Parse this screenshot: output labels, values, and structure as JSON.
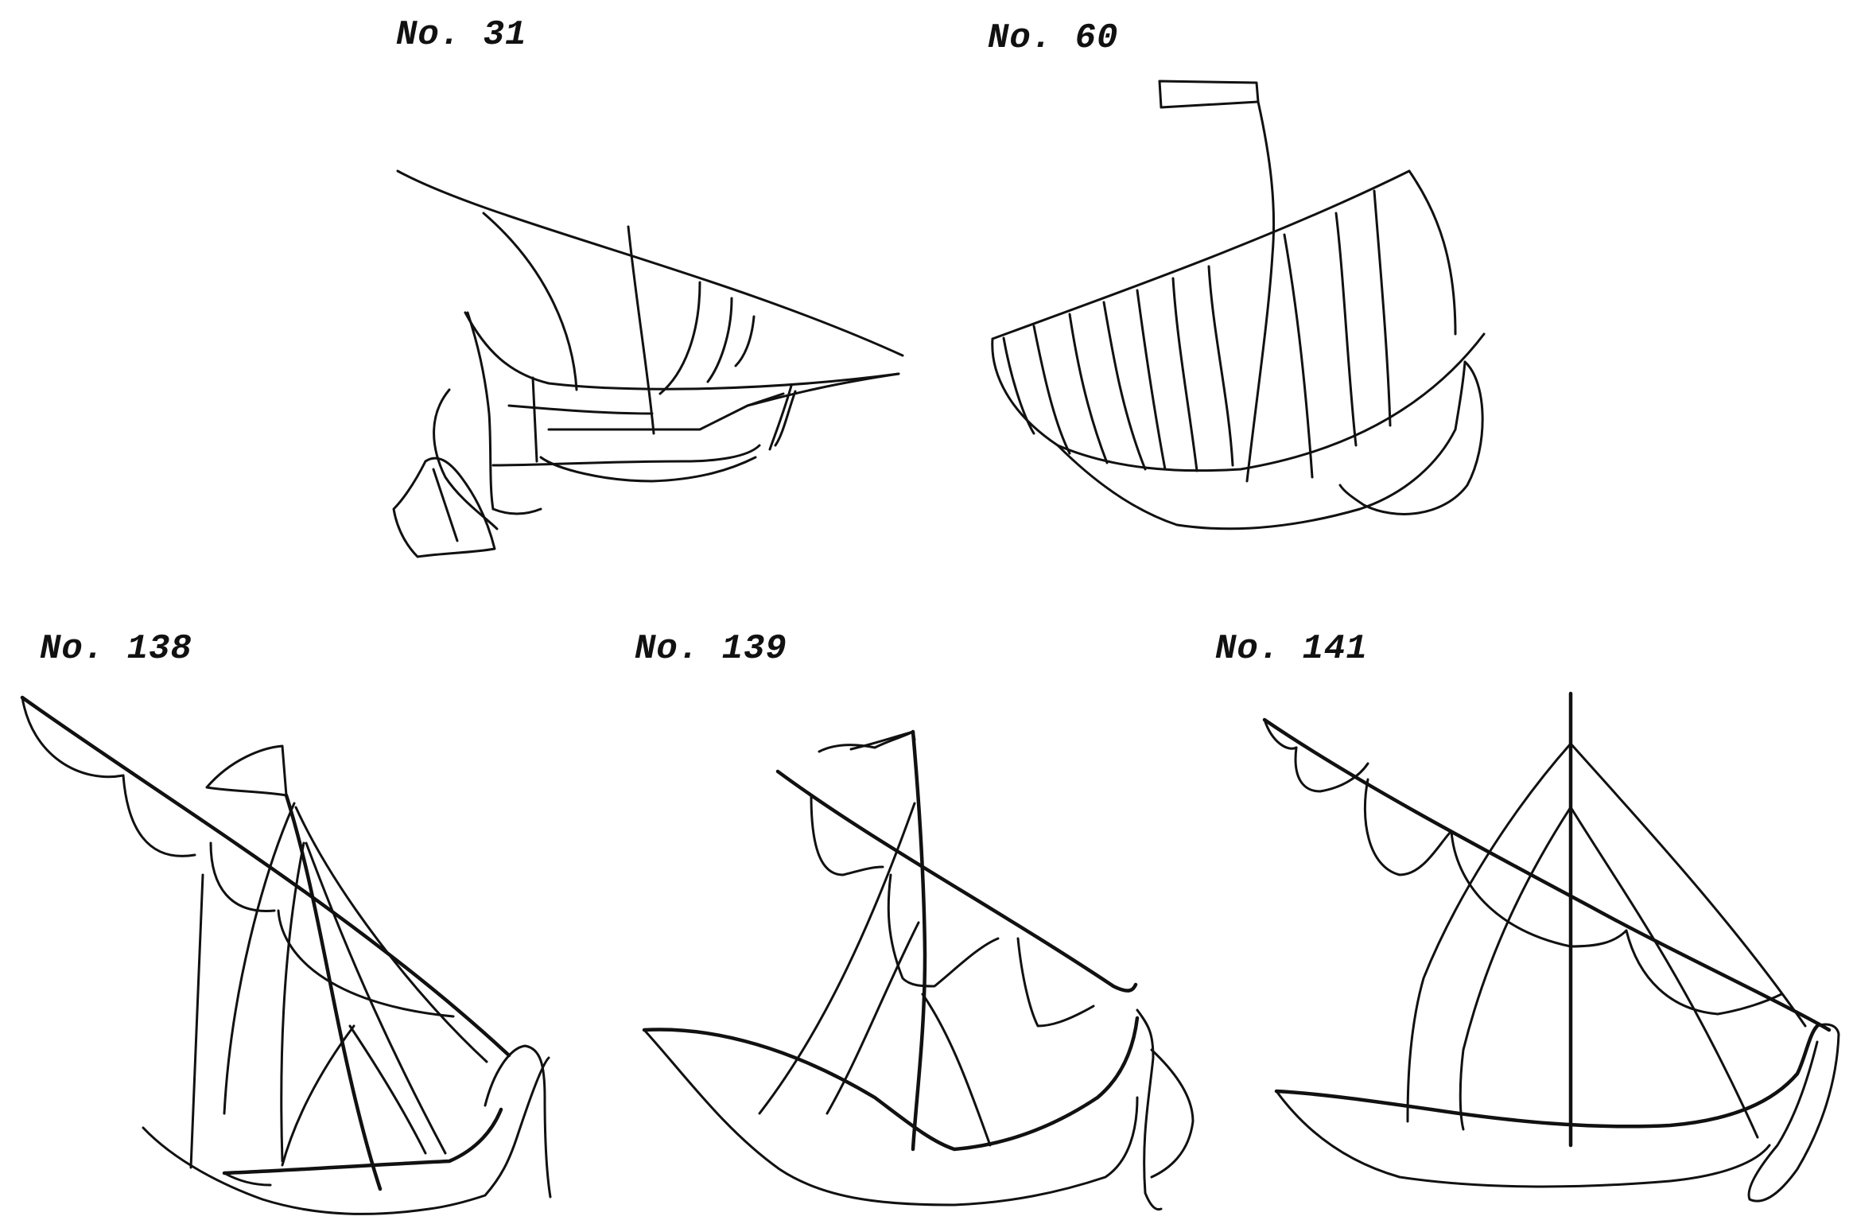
{
  "figures": [
    {
      "id": "31",
      "label": "No. 31",
      "icon": "ship-drawing-icon"
    },
    {
      "id": "60",
      "label": "No. 60",
      "icon": "ship-drawing-icon"
    },
    {
      "id": "138",
      "label": "No. 138",
      "icon": "ship-drawing-icon"
    },
    {
      "id": "139",
      "label": "No. 139",
      "icon": "ship-drawing-icon"
    },
    {
      "id": "141",
      "label": "No. 141",
      "icon": "ship-drawing-icon"
    }
  ],
  "colors": {
    "ink": "#111111",
    "background": "#ffffff"
  }
}
